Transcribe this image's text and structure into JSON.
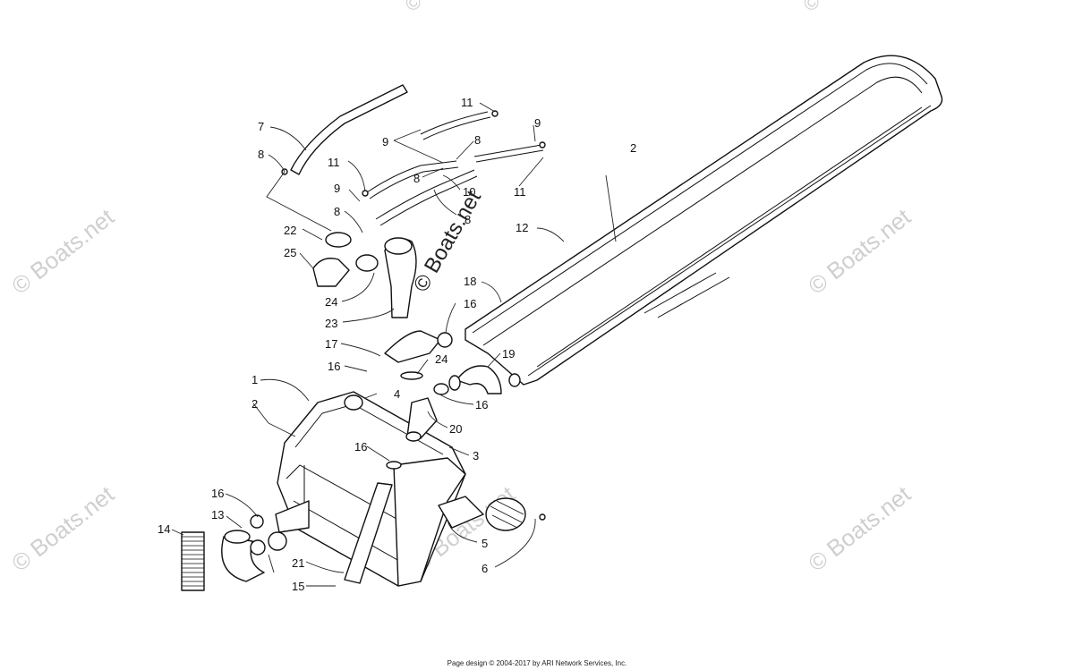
{
  "watermark": {
    "main_text": "© Boats.net",
    "faint_text": "© Boats.net",
    "faint_color": "#cfcfcf"
  },
  "callouts": [
    {
      "id": "c7",
      "text": "7"
    },
    {
      "id": "c8a",
      "text": "8"
    },
    {
      "id": "c11a",
      "text": "11"
    },
    {
      "id": "c9a",
      "text": "9"
    },
    {
      "id": "c8b",
      "text": "8"
    },
    {
      "id": "c9b",
      "text": "9"
    },
    {
      "id": "c11b",
      "text": "11"
    },
    {
      "id": "c9c",
      "text": "9"
    },
    {
      "id": "c8c",
      "text": "8"
    },
    {
      "id": "c10",
      "text": "10"
    },
    {
      "id": "c8d",
      "text": "8"
    },
    {
      "id": "c11c",
      "text": "11"
    },
    {
      "id": "c2a",
      "text": "2"
    },
    {
      "id": "c12",
      "text": "12"
    },
    {
      "id": "c22",
      "text": "22"
    },
    {
      "id": "c25",
      "text": "25"
    },
    {
      "id": "c24a",
      "text": "24"
    },
    {
      "id": "c23",
      "text": "23"
    },
    {
      "id": "c18",
      "text": "18"
    },
    {
      "id": "c16a",
      "text": "16"
    },
    {
      "id": "c17",
      "text": "17"
    },
    {
      "id": "c16b",
      "text": "16"
    },
    {
      "id": "c24b",
      "text": "24"
    },
    {
      "id": "c19",
      "text": "19"
    },
    {
      "id": "c1",
      "text": "1"
    },
    {
      "id": "c4",
      "text": "4"
    },
    {
      "id": "c16c",
      "text": "16"
    },
    {
      "id": "c2b",
      "text": "2"
    },
    {
      "id": "c20",
      "text": "20"
    },
    {
      "id": "c16d",
      "text": "16"
    },
    {
      "id": "c3",
      "text": "3"
    },
    {
      "id": "c16e",
      "text": "16"
    },
    {
      "id": "c13",
      "text": "13"
    },
    {
      "id": "c14",
      "text": "14"
    },
    {
      "id": "c5",
      "text": "5"
    },
    {
      "id": "c6",
      "text": "6"
    },
    {
      "id": "c21",
      "text": "21"
    },
    {
      "id": "c15",
      "text": "15"
    }
  ],
  "footer": {
    "text": "Page design © 2004-2017 by ARI Network Services, Inc."
  }
}
